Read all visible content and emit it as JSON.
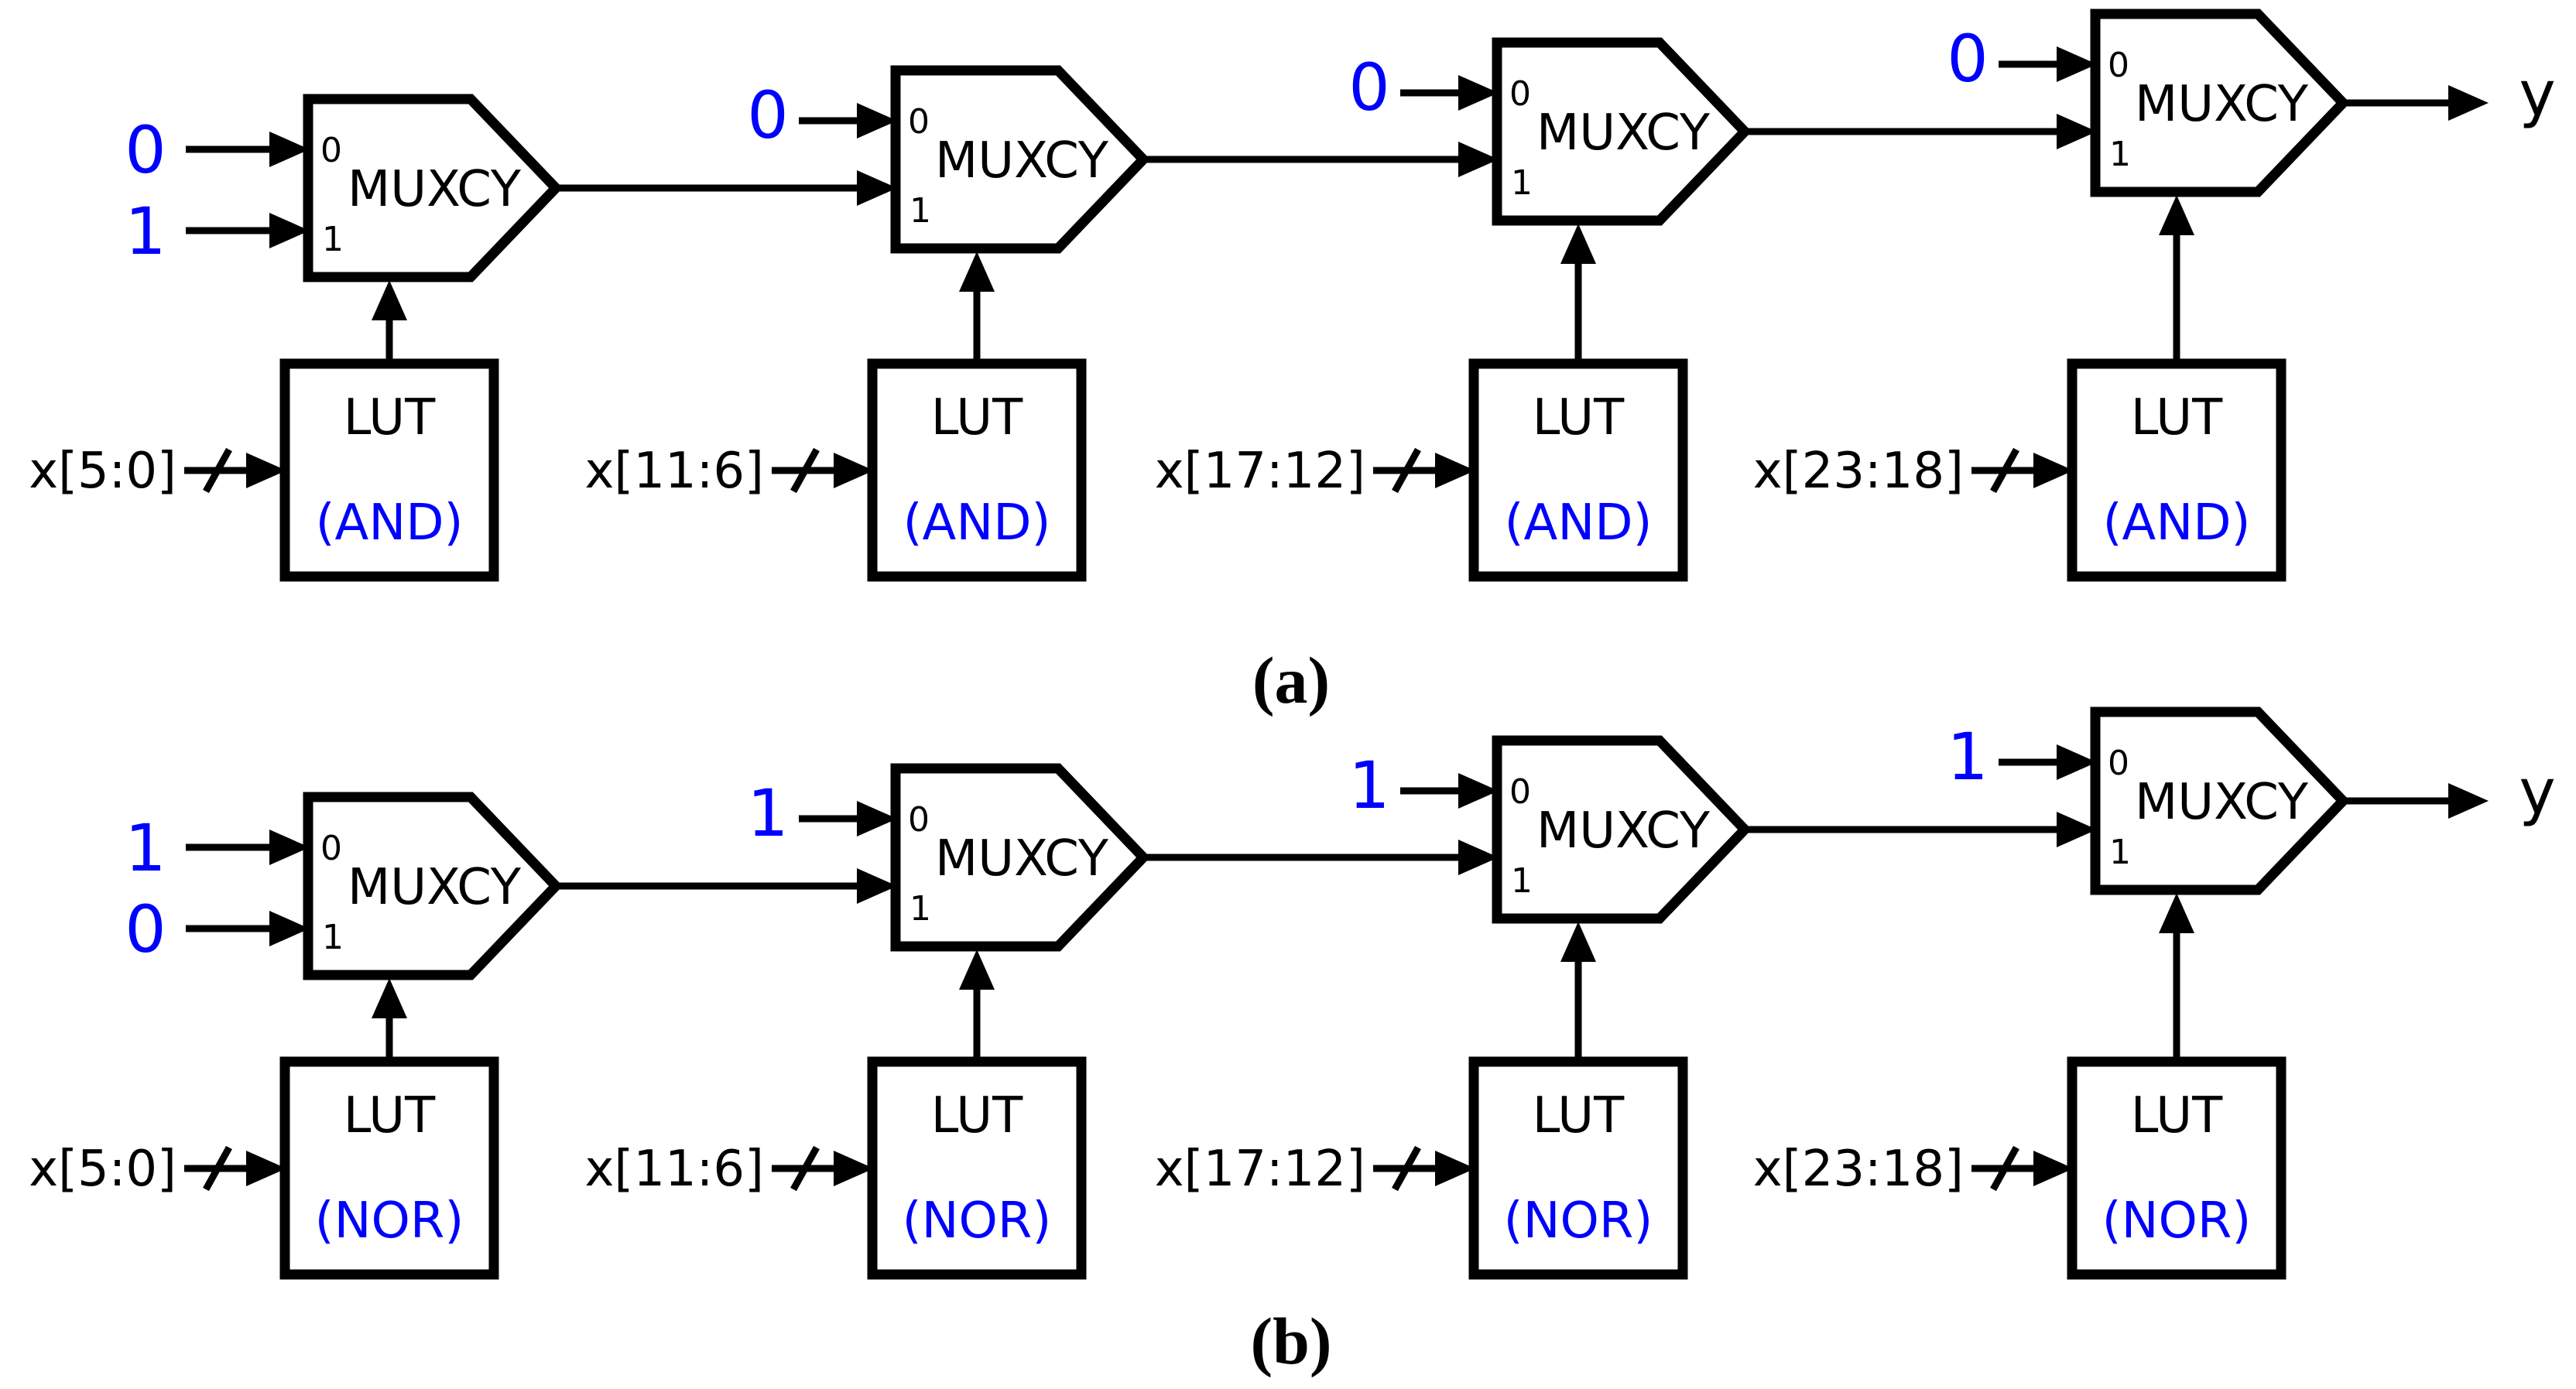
{
  "figure": {
    "type": "fpga-carry-chain-figure",
    "colors": {
      "wire": "#000000",
      "constant_blue": "#0000ff"
    },
    "diagrams": [
      {
        "caption": "(a)",
        "mux_label": "MUXCY",
        "port0_label": "0",
        "port1_label": "1",
        "lut_label": "LUT",
        "lut_function": "(AND)",
        "carry_init": {
          "port0": "0",
          "port1": "1"
        },
        "stage_constants": [
          "0",
          "0",
          "0"
        ],
        "bus_inputs": [
          "x[5:0]",
          "x[11:6]",
          "x[17:12]",
          "x[23:18]"
        ],
        "output_label": "y"
      },
      {
        "caption": "(b)",
        "mux_label": "MUXCY",
        "port0_label": "0",
        "port1_label": "1",
        "lut_label": "LUT",
        "lut_function": "(NOR)",
        "carry_init": {
          "port0": "1",
          "port1": "0"
        },
        "stage_constants": [
          "1",
          "1",
          "1"
        ],
        "bus_inputs": [
          "x[5:0]",
          "x[11:6]",
          "x[17:12]",
          "x[23:18]"
        ],
        "output_label": "y"
      }
    ]
  }
}
